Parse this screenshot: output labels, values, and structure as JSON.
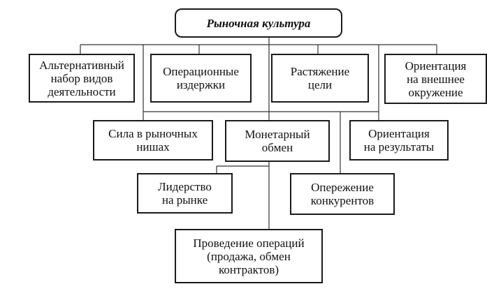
{
  "diagram": {
    "root": {
      "label": "Рыночная культура"
    },
    "row1": [
      {
        "id": "alt",
        "label": "Альтернативный\nнабор видов\nдеятельности"
      },
      {
        "id": "ops",
        "label": "Операционные\nиздержки"
      },
      {
        "id": "stretch",
        "label": "Растяжение\nцели"
      },
      {
        "id": "orient_env",
        "label": "Ориентация\nна внешнее\nокружение"
      }
    ],
    "row2": [
      {
        "id": "niche",
        "label": "Сила в рыночных\nнишах"
      },
      {
        "id": "monetary",
        "label": "Монетарный\nобмен"
      },
      {
        "id": "results",
        "label": "Ориентация\nна результаты"
      }
    ],
    "row3": [
      {
        "id": "leader",
        "label": "Лидерство\nна рынке"
      },
      {
        "id": "ahead",
        "label": "Опережение\nконкурентов"
      }
    ],
    "row4": [
      {
        "id": "deals",
        "label": "Проведение операций\n(продажа, обмен\nконтрактов)"
      }
    ]
  }
}
